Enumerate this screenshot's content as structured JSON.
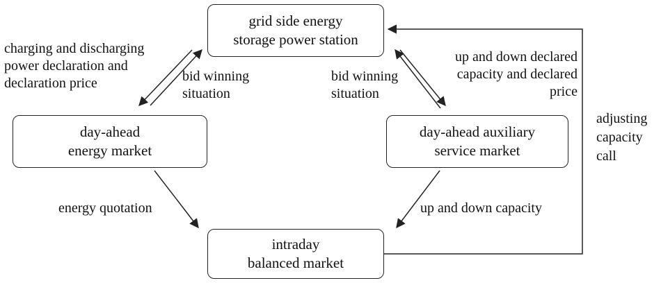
{
  "nodes": {
    "grid_station": {
      "line1": "grid side energy",
      "line2": "storage power station"
    },
    "energy_market": {
      "line1": "day-ahead",
      "line2": "energy market"
    },
    "aux_market": {
      "line1": "day-ahead auxiliary",
      "line2": "service market"
    },
    "intraday": {
      "line1": "intraday",
      "line2": "balanced market"
    }
  },
  "labels": {
    "charging": {
      "line1": "charging and discharging",
      "line2": "power declaration and",
      "line3": "declaration price"
    },
    "bid_left": {
      "line1": "bid winning",
      "line2": "situation"
    },
    "bid_right": {
      "line1": "bid winning",
      "line2": "situation"
    },
    "updown_declared": {
      "line1": "up and down declared",
      "line2": "capacity and declared",
      "line3": "price"
    },
    "adjusting": {
      "line1": "adjusting",
      "line2": "capacity",
      "line3": "call"
    },
    "energy_quotation": "energy quotation",
    "updown_capacity": "up and down capacity"
  }
}
